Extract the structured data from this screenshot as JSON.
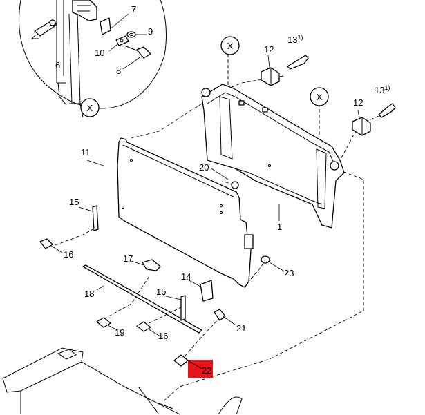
{
  "callouts": {
    "c1": "1",
    "c6": "6",
    "c7": "7",
    "c8": "8",
    "c9": "9",
    "c10": "10",
    "c11": "11",
    "c12a": "12",
    "c12b": "12",
    "c13a": "13",
    "c13b": "13",
    "c13a_sup": "1)",
    "c13b_sup": "1)",
    "c14": "14",
    "c15a": "15",
    "c15b": "15",
    "c16a": "16",
    "c16b": "16",
    "c17": "17",
    "c18": "18",
    "c19": "19",
    "c20": "20",
    "c21": "21",
    "c22": "22",
    "c23": "23"
  },
  "view_markers": [
    "X",
    "X",
    "X"
  ],
  "colors": {
    "highlight": "#e8141c",
    "line": "#000000",
    "background": "#ffffff"
  }
}
